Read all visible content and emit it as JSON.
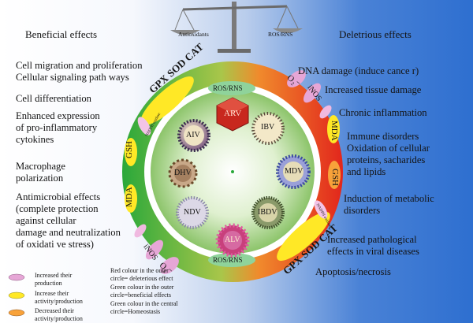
{
  "headers": {
    "beneficial": "Beneficial effects",
    "deleterious": "Deletrious effects"
  },
  "balance": {
    "left": "Antioxidants",
    "right": "ROS/RNS"
  },
  "beneficial_effects": [
    "Cell migration and proliferation\nCellular signaling path ways",
    "Cell differentiation",
    "Enhanced expression\nof pro-inflammatory\ncytokines",
    "Macrophage\npolarization",
    "Antimicrobial effects\n(complete protection\nagainst cellular\ndamage and neutralization\nof oxidati ve stress)"
  ],
  "deleterious_effects": [
    "DNA damage (induce cance r)",
    "Increased tissue damage",
    "Chronic inflammation",
    "Immune disorders\nOxidation of cellular\nproteins, sacharides\nand lipids",
    "Induction of metabolic\ndisorders",
    "Increased pathological\neffects in viral diseases",
    "Apoptosis/necrosis"
  ],
  "ring_labels": {
    "top_left": "GPX SOD CAT",
    "bottom_right": "GPX SOD CAT",
    "gsh_left": "GSH",
    "gsh_right": "GSH",
    "mda_left": "MDA",
    "mda_right": "MDA",
    "nadph_left": "NADPH oxidase",
    "nadph_right": "NADPH oxidase",
    "inos_top": "iNOS",
    "inos_bottom": "iNOS",
    "o2_top": "O₂⁻",
    "o2_bottom": "O₂⁻"
  },
  "inner_labels": {
    "ros_top": "ROS/RNS",
    "ros_bottom": "ROS/RNS"
  },
  "viruses": [
    "ARV",
    "IBV",
    "AIV",
    "DHV",
    "MDV",
    "NDV",
    "IBDV",
    "ALV"
  ],
  "legend": {
    "pink": "Increased their\nproduction",
    "yellow": "Increase their\nactivity/production",
    "orange": "Decreased their\nactivity/production"
  },
  "notes": [
    "Red colour in the outer\ncircle= deleterious effect",
    "Green colour in the outer\ncircle=beneficial effects",
    "Green colour in the central\ncircle=Homeostasis"
  ],
  "colors": {
    "green": "#2aa83a",
    "red": "#e2261c",
    "yellow": "#ffe826",
    "pink": "#e6a6d6",
    "ros": "#8fd39b"
  }
}
